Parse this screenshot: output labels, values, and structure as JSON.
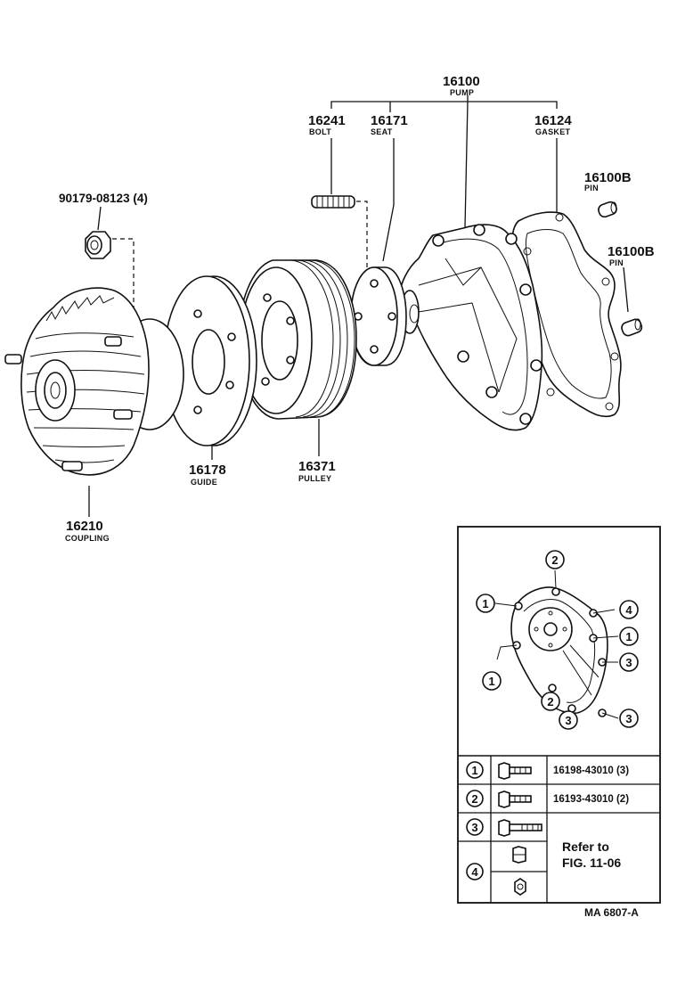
{
  "parts": {
    "pump": {
      "number": "16100",
      "name": "PUMP"
    },
    "bolt": {
      "number": "16241",
      "name": "BOLT"
    },
    "seat": {
      "number": "16171",
      "name": "SEAT"
    },
    "gasket": {
      "number": "16124",
      "name": "GASKET"
    },
    "pin1": {
      "number": "16100B",
      "name": "PIN"
    },
    "pin2": {
      "number": "16100B",
      "name": "PIN"
    },
    "nut": {
      "number": "90179-08123 (4)"
    },
    "guide": {
      "number": "16178",
      "name": "GUIDE"
    },
    "pulley": {
      "number": "16371",
      "name": "PULLEY"
    },
    "coupling": {
      "number": "16210",
      "name": "COUPLING"
    }
  },
  "inset": {
    "callouts": [
      "2",
      "1",
      "4",
      "1",
      "3",
      "1",
      "2",
      "3",
      "3"
    ],
    "table": [
      {
        "key": "1",
        "part": "16198-43010 (3)"
      },
      {
        "key": "2",
        "part": "16193-43010 (2)"
      },
      {
        "key": "3",
        "part": ""
      },
      {
        "key": "4",
        "part": ""
      }
    ],
    "refer_line1": "Refer to",
    "refer_line2": "FIG. 11-06"
  },
  "figure_code": "MA  6807-A"
}
